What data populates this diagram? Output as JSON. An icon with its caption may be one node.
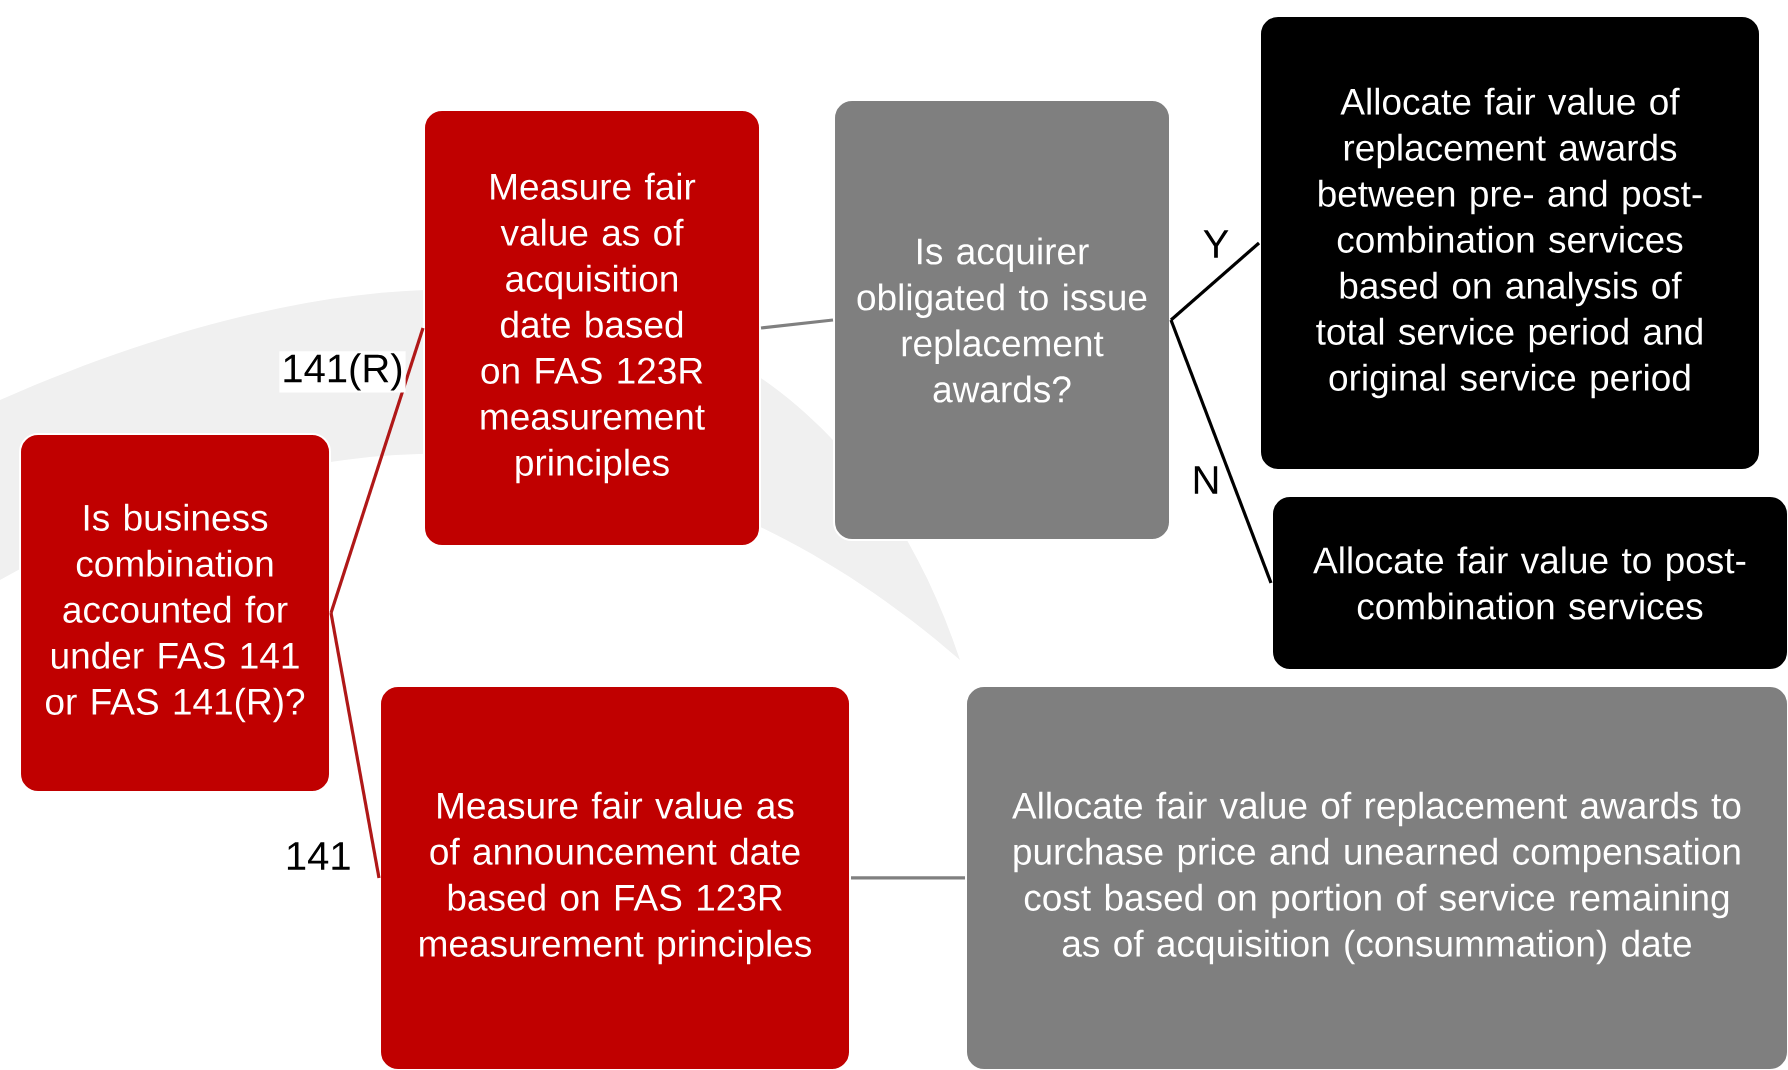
{
  "diagram": {
    "nodes": [
      {
        "text": [
          "Is business combination accounted for under FAS 141 or FAS 141(R)?"
        ]
      },
      {
        "text": [
          "Measure fair value as of acquisition date based on FAS 123R measurement principles"
        ]
      },
      {
        "text": [
          "Is acquirer obligated to issue replacement awards?"
        ]
      },
      {
        "text": [
          "Allocate fair value of replacement awards between pre- and post-combination services based on analysis of total service period and original service period"
        ]
      },
      {
        "text": [
          "Allocate fair value to post-combination services"
        ]
      },
      {
        "text": [
          "Measure fair value as of announcement date based on FAS 123R measurement principles"
        ]
      },
      {
        "text": [
          "Allocate fair value of replacement awards to purchase price and unearned compensation cost based on portion of service remaining as of acquisition (consummation) date"
        ]
      }
    ],
    "edges": [
      {
        "from": 0,
        "to": 1,
        "arrow": "none",
        "label": "141(R)",
        "color": "#b01818"
      },
      {
        "from": 0,
        "to": 5,
        "arrow": "none",
        "label": "141",
        "color": "#b01818"
      },
      {
        "from": 1,
        "to": 2,
        "arrow": "none",
        "color": "#808080"
      },
      {
        "from": 2,
        "to": 3,
        "arrow": "none",
        "label": "Y",
        "color": "#000000"
      },
      {
        "from": 2,
        "to": 4,
        "arrow": "none",
        "label": "N",
        "color": "#000000"
      },
      {
        "from": 5,
        "to": 6,
        "arrow": "none",
        "color": "#808080"
      }
    ]
  }
}
